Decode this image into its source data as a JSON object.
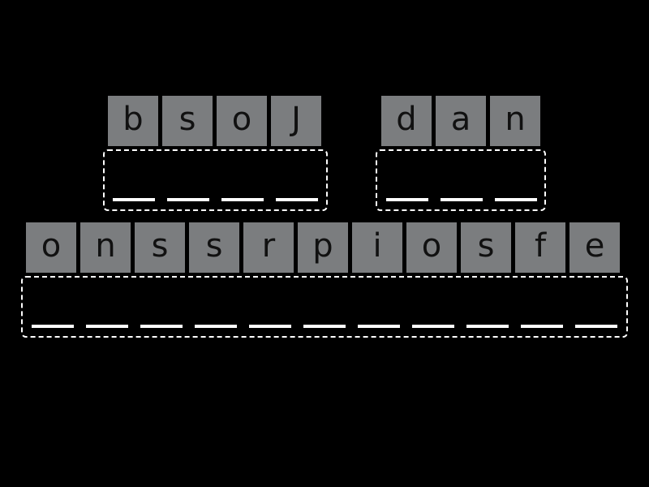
{
  "words": [
    {
      "letters": [
        "b",
        "s",
        "o",
        "J"
      ],
      "answer_slots": 4
    },
    {
      "letters": [
        "d",
        "a",
        "n"
      ],
      "answer_slots": 3
    },
    {
      "letters": [
        "o",
        "n",
        "s",
        "s",
        "r",
        "p",
        "i",
        "o",
        "s",
        "f",
        "e"
      ],
      "answer_slots": 11
    }
  ],
  "colors": {
    "background": "#000000",
    "tile": "#7b7d7f",
    "tile_text": "#111111",
    "box_border": "#ffffff"
  }
}
